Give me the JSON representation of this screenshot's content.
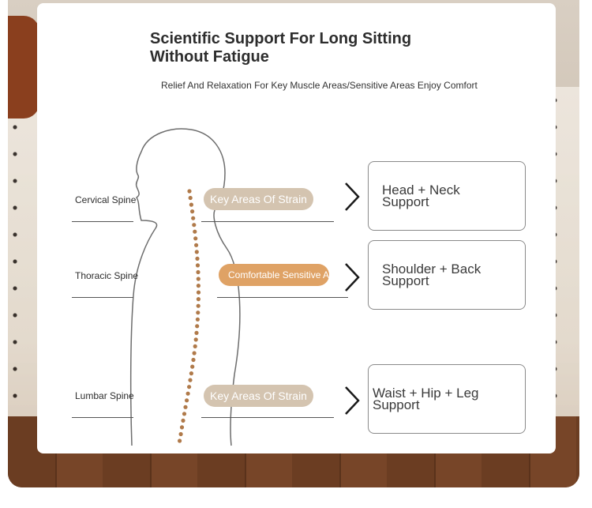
{
  "header": {
    "title": "Scientific Support For Long Sitting Without Fatigue",
    "subtitle": "Relief And Relaxation For Key Muscle Areas/Sensitive Areas Enjoy Comfort"
  },
  "spine_labels": {
    "cervical": "Cervical Spine",
    "thoracic": "Thoracic Spine",
    "lumbar": "Lumbar Spine"
  },
  "pills": {
    "top": "Key Areas Of Strain",
    "middle": "Comfortable Sensitive Areas",
    "bottom": "Key Areas Of Strain"
  },
  "support_boxes": {
    "head_neck": "Head + Neck Support",
    "shoulder_back": "Shoulder + Back Support",
    "waist_hip_leg": "Waist + Hip + Leg Support"
  },
  "colors": {
    "strain_pill": "#d4c4b0",
    "comfort_pill": "#dfa265",
    "spine_dots": "#b07a4a",
    "title_text": "#2d2d2d"
  },
  "icons": {
    "arrow": "chevron-right-icon"
  }
}
